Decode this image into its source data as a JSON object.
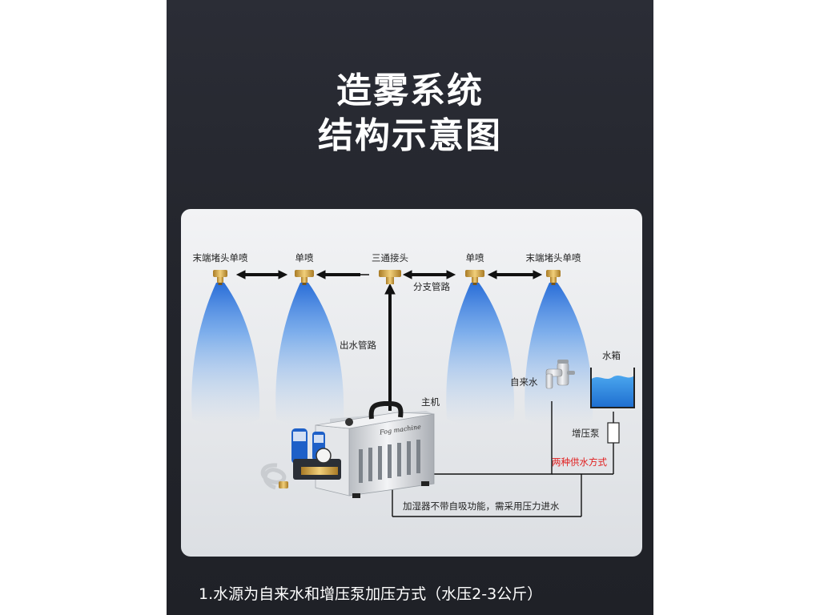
{
  "title": {
    "line1": "造雾系统",
    "line2": "结构示意图"
  },
  "diagram": {
    "nozzle_labels": [
      "末端堵头单喷",
      "单喷",
      "三通接头",
      "单喷",
      "末端堵头单喷"
    ],
    "branch_pipe": "分支管路",
    "outlet_pipe": "出水管路",
    "main_unit": "主机",
    "tap_water": "自来水",
    "water_tank": "水箱",
    "booster_pump": "增压泵",
    "two_supply_methods": "两种供水方式",
    "note": "加湿器不带自吸功能，需采用压力进水",
    "machine_brand": "Fog machine"
  },
  "caption": "1.水源为自来水和增压泵加压方式（水压2-3公斤）",
  "colors": {
    "panel_bg": "#26282f",
    "card_bg": "#e8eaed",
    "mist_blue": "#5b9dea",
    "warning_red": "#e11b1b"
  }
}
